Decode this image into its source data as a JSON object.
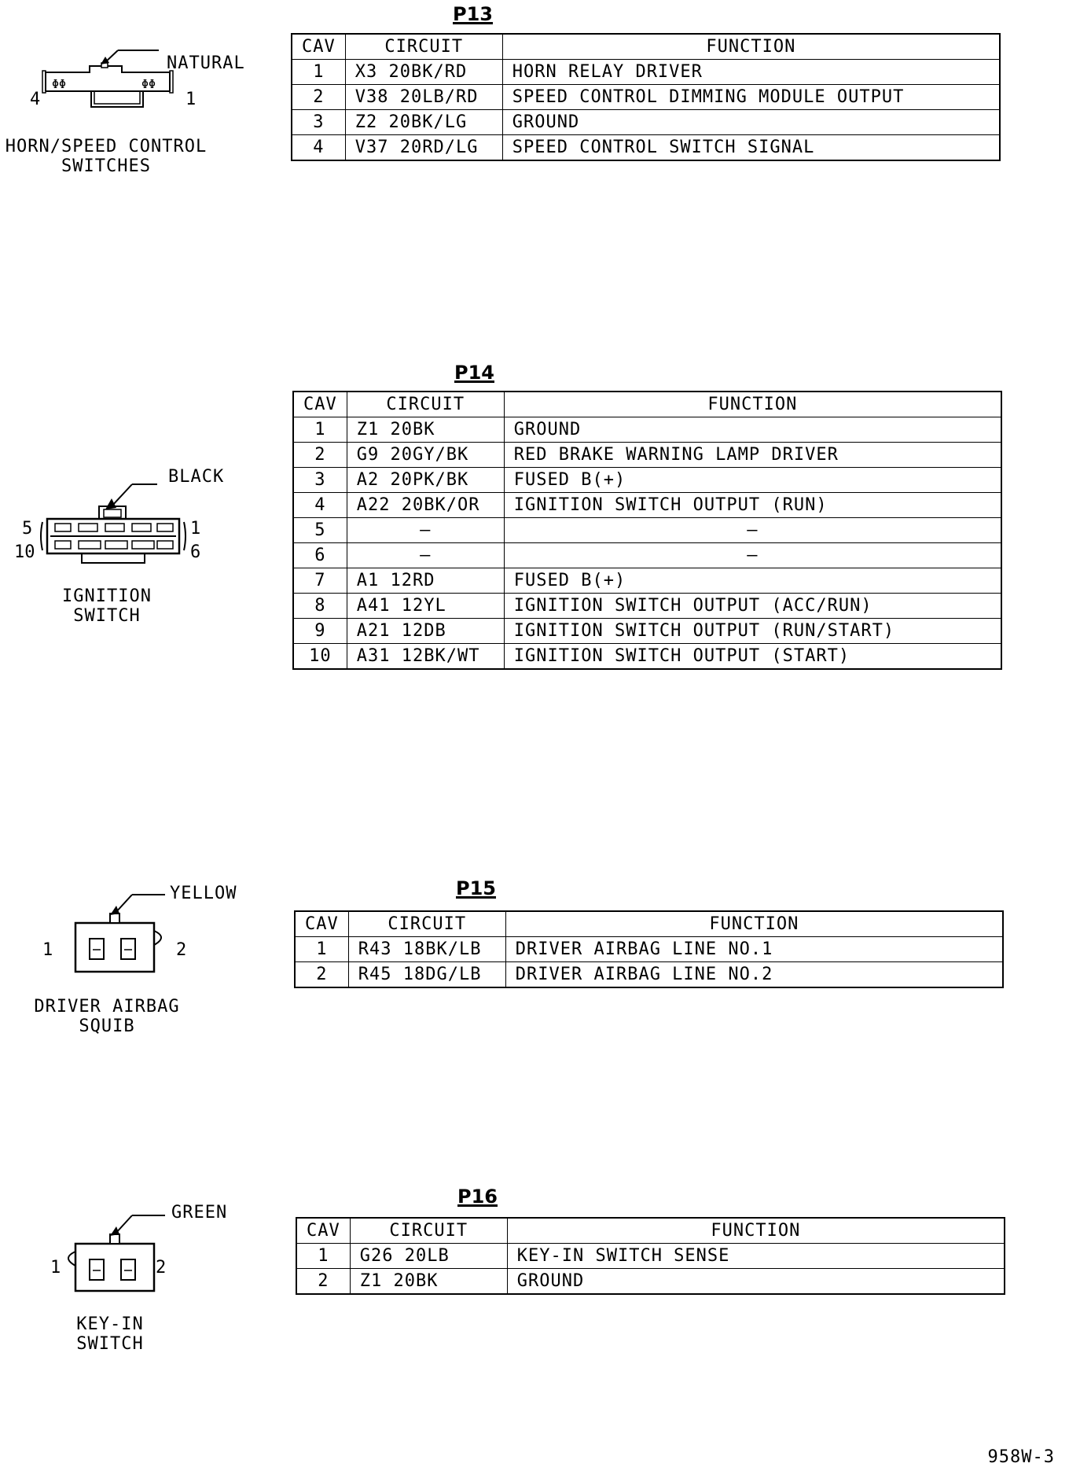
{
  "connectors": [
    {
      "id": "P13",
      "color": "NATURAL",
      "name_lines": [
        "HORN/SPEED CONTROL",
        "SWITCHES"
      ],
      "pin_left": "4",
      "pin_right": "1",
      "headers": {
        "cav": "CAV",
        "circuit": "CIRCUIT",
        "function": "FUNCTION"
      },
      "rows": [
        {
          "cav": "1",
          "circuit": "X3 20BK/RD",
          "function": "HORN RELAY DRIVER"
        },
        {
          "cav": "2",
          "circuit": "V38 20LB/RD",
          "function": "SPEED CONTROL DIMMING MODULE OUTPUT"
        },
        {
          "cav": "3",
          "circuit": "Z2 20BK/LG",
          "function": "GROUND"
        },
        {
          "cav": "4",
          "circuit": "V37 20RD/LG",
          "function": "SPEED CONTROL SWITCH SIGNAL"
        }
      ]
    },
    {
      "id": "P14",
      "color": "BLACK",
      "name_lines": [
        "IGNITION",
        "SWITCH"
      ],
      "pin_top_left": "5",
      "pin_top_right": "1",
      "pin_bottom_left": "10",
      "pin_bottom_right": "6",
      "headers": {
        "cav": "CAV",
        "circuit": "CIRCUIT",
        "function": "FUNCTION"
      },
      "rows": [
        {
          "cav": "1",
          "circuit": "Z1 20BK",
          "function": "GROUND"
        },
        {
          "cav": "2",
          "circuit": "G9 20GY/BK",
          "function": "RED BRAKE WARNING LAMP DRIVER"
        },
        {
          "cav": "3",
          "circuit": "A2 20PK/BK",
          "function": "FUSED B(+)"
        },
        {
          "cav": "4",
          "circuit": "A22 20BK/OR",
          "function": "IGNITION SWITCH OUTPUT (RUN)"
        },
        {
          "cav": "5",
          "circuit": "–",
          "function": "–"
        },
        {
          "cav": "6",
          "circuit": "–",
          "function": "–"
        },
        {
          "cav": "7",
          "circuit": "A1 12RD",
          "function": "FUSED B(+)"
        },
        {
          "cav": "8",
          "circuit": "A41 12YL",
          "function": "IGNITION SWITCH OUTPUT (ACC/RUN)"
        },
        {
          "cav": "9",
          "circuit": "A21 12DB",
          "function": "IGNITION SWITCH OUTPUT (RUN/START)"
        },
        {
          "cav": "10",
          "circuit": "A31 12BK/WT",
          "function": "IGNITION SWITCH OUTPUT (START)"
        }
      ]
    },
    {
      "id": "P15",
      "color": "YELLOW",
      "name_lines": [
        "DRIVER AIRBAG",
        "SQUIB"
      ],
      "pin_left": "1",
      "pin_right": "2",
      "headers": {
        "cav": "CAV",
        "circuit": "CIRCUIT",
        "function": "FUNCTION"
      },
      "rows": [
        {
          "cav": "1",
          "circuit": "R43 18BK/LB",
          "function": "DRIVER AIRBAG LINE NO.1"
        },
        {
          "cav": "2",
          "circuit": "R45 18DG/LB",
          "function": "DRIVER AIRBAG LINE NO.2"
        }
      ]
    },
    {
      "id": "P16",
      "color": "GREEN",
      "name_lines": [
        "KEY-IN",
        "SWITCH"
      ],
      "pin_left": "1",
      "pin_right": "2",
      "headers": {
        "cav": "CAV",
        "circuit": "CIRCUIT",
        "function": "FUNCTION"
      },
      "rows": [
        {
          "cav": "1",
          "circuit": "G26 20LB",
          "function": "KEY-IN SWITCH SENSE"
        },
        {
          "cav": "2",
          "circuit": "Z1 20BK",
          "function": "GROUND"
        }
      ]
    }
  ],
  "figure_code": "958W-3"
}
